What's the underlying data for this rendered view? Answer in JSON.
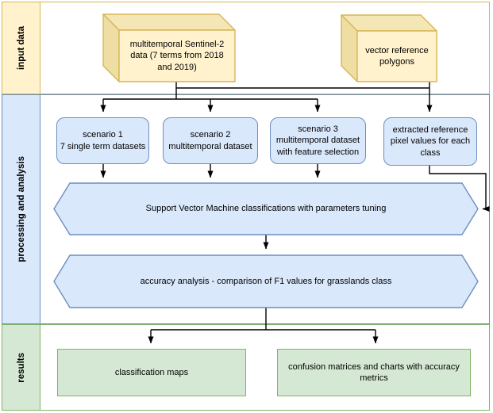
{
  "lanes": [
    {
      "label": "input data"
    },
    {
      "label": "processing and analysis"
    },
    {
      "label": "results"
    }
  ],
  "nodes": {
    "sentinel_cube": {
      "label": "multitemporal Sentinel-2\ndata (7 terms from 2018\nand 2019)"
    },
    "vector_cube": {
      "label": "vector reference\npolygons"
    },
    "scenario1": {
      "label": "scenario 1\n7 single term datasets"
    },
    "scenario2": {
      "label": "scenario 2\nmultitemporal dataset"
    },
    "scenario3": {
      "label": "scenario 3\nmultitemporal dataset\nwith feature selection"
    },
    "extracted": {
      "label": "extracted reference\npixel values for each\nclass"
    },
    "svm_hexagon": {
      "label": "Support Vector Machine classifications with parameters tuning"
    },
    "accuracy_hexagon": {
      "label": "accuracy analysis - comparison of F1 values for grasslands class"
    },
    "classification_maps": {
      "label": "classification maps"
    },
    "confusion_matrices": {
      "label": "confusion matrices and charts with accuracy\nmetrics"
    }
  },
  "colors": {
    "lane_input_fill": "#fff2cc",
    "lane_input_stroke": "#d6b656",
    "cube_top_fill": "#f5e7b5",
    "cube_side_fill": "#efdea3",
    "lane_processing_fill": "#dae8fc",
    "lane_processing_stroke": "#6c8ebf",
    "lane_results_fill": "#d5e8d4",
    "lane_results_stroke": "#82b366",
    "connector": "#000000"
  }
}
